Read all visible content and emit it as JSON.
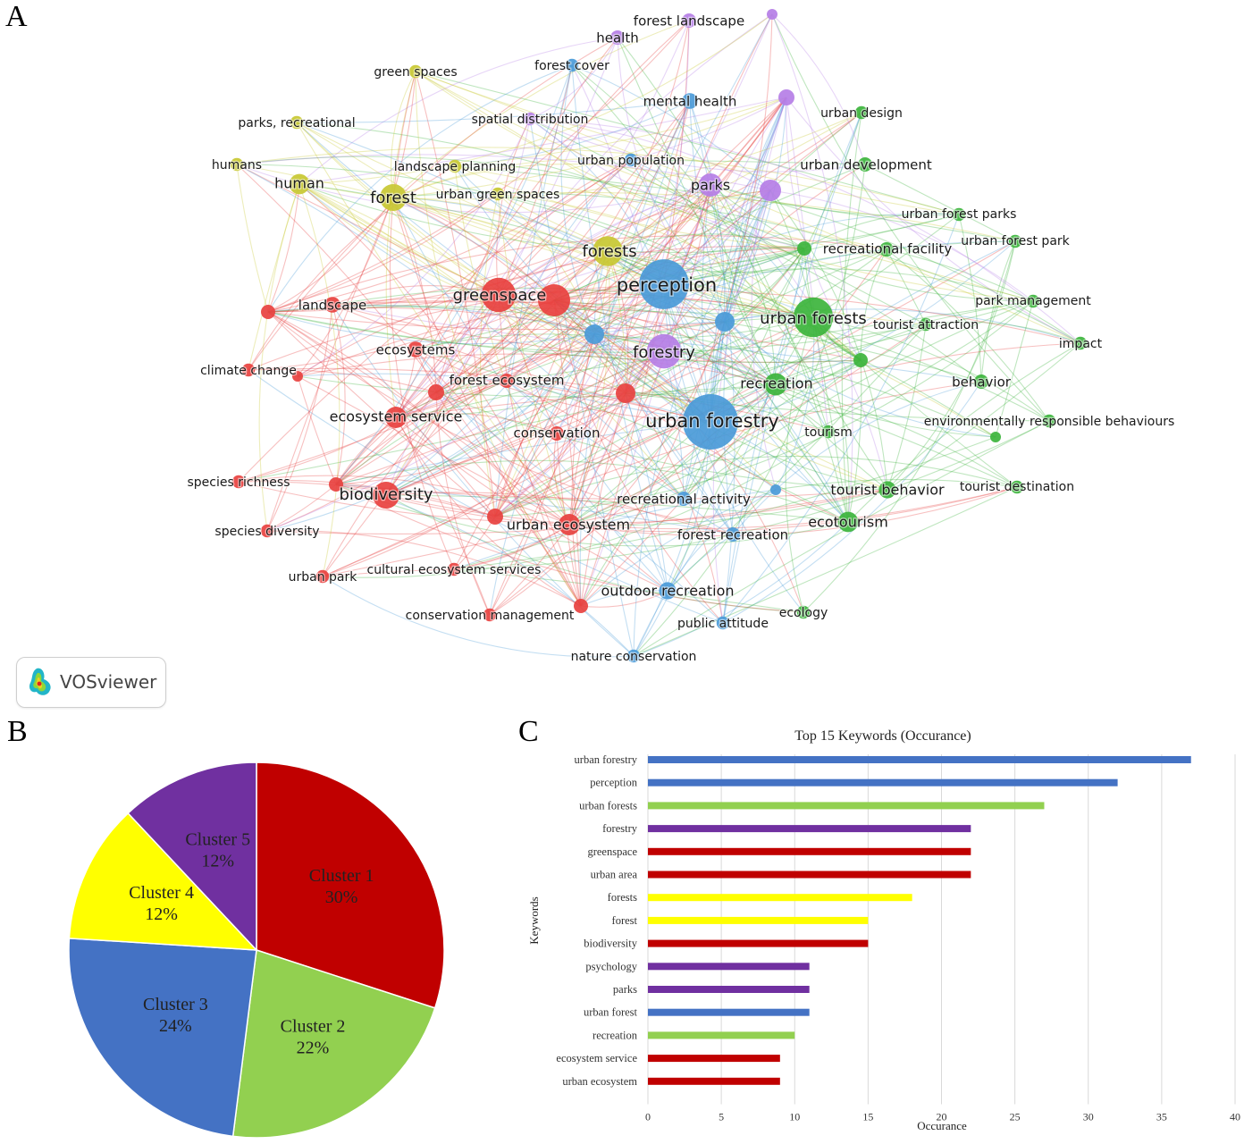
{
  "panels": {
    "a": "A",
    "b": "B",
    "c": "C"
  },
  "vosviewer": {
    "label": "VOSviewer"
  },
  "network": {
    "clusters": {
      "red": "#e8413f",
      "green": "#3cb43c",
      "blue": "#4a9ad8",
      "yellow": "#c8c832",
      "purple": "#b57ee6"
    },
    "nodes": [
      {
        "label": "urban forestry",
        "cluster": "blue",
        "weight": 37
      },
      {
        "label": "perception",
        "cluster": "blue",
        "weight": 32
      },
      {
        "label": "urban forests",
        "cluster": "green",
        "weight": 27
      },
      {
        "label": "forestry",
        "cluster": "purple",
        "weight": 22
      },
      {
        "label": "greenspace",
        "cluster": "red",
        "weight": 22
      },
      {
        "label": "forests",
        "cluster": "yellow",
        "weight": 18
      },
      {
        "label": "forest",
        "cluster": "yellow",
        "weight": 15
      },
      {
        "label": "biodiversity",
        "cluster": "red",
        "weight": 15
      },
      {
        "label": "parks",
        "cluster": "purple",
        "weight": 11
      },
      {
        "label": "recreation",
        "cluster": "green",
        "weight": 10
      },
      {
        "label": "ecosystem service",
        "cluster": "red",
        "weight": 9
      },
      {
        "label": "urban ecosystem",
        "cluster": "red",
        "weight": 9
      },
      {
        "label": "human",
        "cluster": "yellow",
        "weight": 8
      },
      {
        "label": "ecotourism",
        "cluster": "green",
        "weight": 8
      },
      {
        "label": "tourist behavior",
        "cluster": "green",
        "weight": 7
      },
      {
        "label": "outdoor recreation",
        "cluster": "blue",
        "weight": 7
      },
      {
        "label": "landscape",
        "cluster": "red",
        "weight": 6
      },
      {
        "label": "ecosystems",
        "cluster": "red",
        "weight": 6
      },
      {
        "label": "mental health",
        "cluster": "blue",
        "weight": 6
      },
      {
        "label": "conservation",
        "cluster": "red",
        "weight": 5
      },
      {
        "label": "forest ecosystem",
        "cluster": "red",
        "weight": 5
      },
      {
        "label": "recreational activity",
        "cluster": "blue",
        "weight": 5
      },
      {
        "label": "forest recreation",
        "cluster": "blue",
        "weight": 5
      },
      {
        "label": "behavior",
        "cluster": "green",
        "weight": 5
      },
      {
        "label": "urban development",
        "cluster": "green",
        "weight": 5
      },
      {
        "label": "recreational facility",
        "cluster": "green",
        "weight": 5
      },
      {
        "label": "tourist attraction",
        "cluster": "green",
        "weight": 4
      },
      {
        "label": "urban forest park",
        "cluster": "green",
        "weight": 4
      },
      {
        "label": "urban forest parks",
        "cluster": "green",
        "weight": 4
      },
      {
        "label": "park management",
        "cluster": "green",
        "weight": 4
      },
      {
        "label": "impact",
        "cluster": "green",
        "weight": 4
      },
      {
        "label": "environmentally responsible behaviours",
        "cluster": "green",
        "weight": 4
      },
      {
        "label": "tourist destination",
        "cluster": "green",
        "weight": 4
      },
      {
        "label": "tourism",
        "cluster": "green",
        "weight": 4
      },
      {
        "label": "ecology",
        "cluster": "green",
        "weight": 4
      },
      {
        "label": "urban design",
        "cluster": "green",
        "weight": 4
      },
      {
        "label": "public attitude",
        "cluster": "blue",
        "weight": 4
      },
      {
        "label": "nature conservation",
        "cluster": "blue",
        "weight": 4
      },
      {
        "label": "forest cover",
        "cluster": "blue",
        "weight": 4
      },
      {
        "label": "urban population",
        "cluster": "blue",
        "weight": 4
      },
      {
        "label": "health",
        "cluster": "purple",
        "weight": 5
      },
      {
        "label": "forest landscape",
        "cluster": "purple",
        "weight": 5
      },
      {
        "label": "spatial distribution",
        "cluster": "purple",
        "weight": 4
      },
      {
        "label": "green spaces",
        "cluster": "yellow",
        "weight": 4
      },
      {
        "label": "parks, recreational",
        "cluster": "yellow",
        "weight": 4
      },
      {
        "label": "humans",
        "cluster": "yellow",
        "weight": 4
      },
      {
        "label": "landscape planning",
        "cluster": "yellow",
        "weight": 4
      },
      {
        "label": "urban green spaces",
        "cluster": "yellow",
        "weight": 4
      },
      {
        "label": "climate change",
        "cluster": "red",
        "weight": 4
      },
      {
        "label": "species richness",
        "cluster": "red",
        "weight": 4
      },
      {
        "label": "species diversity",
        "cluster": "red",
        "weight": 4
      },
      {
        "label": "urban park",
        "cluster": "red",
        "weight": 4
      },
      {
        "label": "cultural ecosystem services",
        "cluster": "red",
        "weight": 4
      },
      {
        "label": "conservation management",
        "cluster": "red",
        "weight": 4
      }
    ]
  },
  "pie": {
    "slices": [
      {
        "label": "Cluster 1",
        "pct": "30%",
        "value": 30,
        "color": "#c00000"
      },
      {
        "label": "Cluster 2",
        "pct": "22%",
        "value": 22,
        "color": "#92d050"
      },
      {
        "label": "Cluster 3",
        "pct": "24%",
        "value": 24,
        "color": "#4472c4"
      },
      {
        "label": "Cluster 4",
        "pct": "12%",
        "value": 12,
        "color": "#ffff00"
      },
      {
        "label": "Cluster 5",
        "pct": "12%",
        "value": 12,
        "color": "#7030a0"
      }
    ]
  },
  "chart_data": [
    {
      "type": "pie",
      "categories": [
        "Cluster 1",
        "Cluster 2",
        "Cluster 3",
        "Cluster 4",
        "Cluster 5"
      ],
      "values": [
        30,
        22,
        24,
        12,
        12
      ]
    },
    {
      "type": "bar",
      "orientation": "horizontal",
      "title": "Top 15 Keywords (Occurance)",
      "xlabel": "Occurance",
      "ylabel": "Keywords",
      "xlim": [
        0,
        40
      ],
      "xticks": [
        0,
        5,
        10,
        15,
        20,
        25,
        30,
        35,
        40
      ],
      "grid": true,
      "categories": [
        "urban forestry",
        "perception",
        "urban forests",
        "forestry",
        "greenspace",
        "urban area",
        "forests",
        "forest",
        "biodiversity",
        "psychology",
        "parks",
        "urban forest",
        "recreation",
        "ecosystem service",
        "urban ecosystem"
      ],
      "values": [
        37,
        32,
        27,
        22,
        22,
        22,
        18,
        15,
        15,
        11,
        11,
        11,
        10,
        9,
        9
      ],
      "colors": [
        "#4472c4",
        "#4472c4",
        "#92d050",
        "#7030a0",
        "#c00000",
        "#c00000",
        "#ffff00",
        "#ffff00",
        "#c00000",
        "#7030a0",
        "#7030a0",
        "#4472c4",
        "#92d050",
        "#c00000",
        "#c00000"
      ]
    }
  ]
}
